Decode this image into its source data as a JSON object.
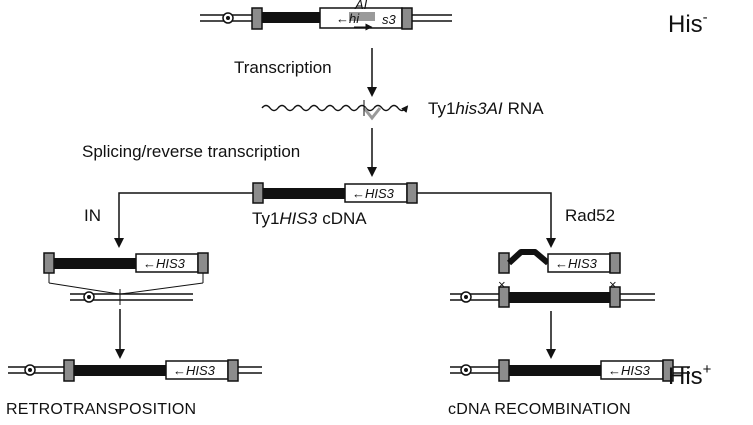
{
  "states": {
    "his_minus": "His",
    "his_minus_sup": "-",
    "his_plus": "His",
    "his_plus_sup": "+"
  },
  "top_construct": {
    "hi_label": "←hi",
    "ai_label": "AI",
    "s3_label": "s3"
  },
  "steps": {
    "transcription": "Transcription",
    "splicing": "Splicing/reverse transcription"
  },
  "rna": {
    "prefix": "Ty1",
    "gene": "his3AI",
    "suffix": "RNA"
  },
  "cdna": {
    "prefix": "Ty1",
    "gene": "HIS3",
    "suffix": "cDNA"
  },
  "his3_label": "←HIS3",
  "pathways": {
    "left": "IN",
    "right": "Rad52"
  },
  "outcomes": {
    "left": "RETROTRANSPOSITION",
    "right": "cDNA RECOMBINATION"
  },
  "colors": {
    "ink": "#111111",
    "intron_gray": "#9a9a9a",
    "ltr_gray": "#8c8c8c"
  }
}
